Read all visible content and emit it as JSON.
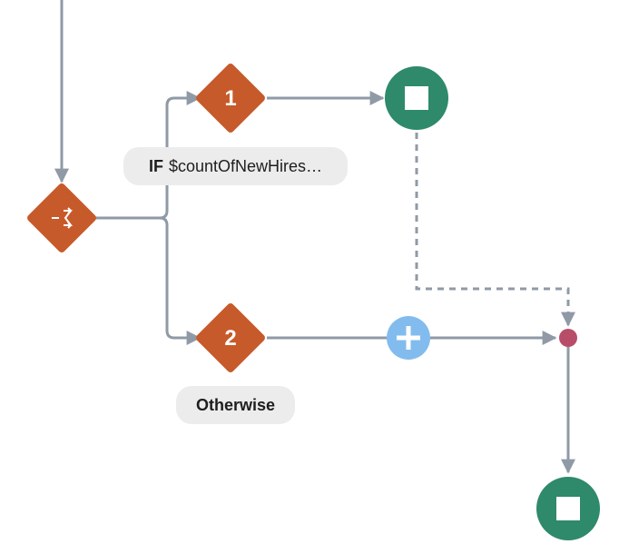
{
  "branches": [
    {
      "number": "1",
      "condition_keyword": "IF",
      "condition_text": "$countOfNewHires…"
    },
    {
      "number": "2",
      "condition_label": "Otherwise"
    }
  ],
  "colors": {
    "connector": "#8f9aa6",
    "decision": "#c75a2a",
    "end_node": "#2e8a6a",
    "add_button": "#82bcee",
    "merge_point": "#b84d6a",
    "pill_background": "#ececec"
  },
  "icons": {
    "switch_node": "branch-icon",
    "end_node": "stop-square-icon",
    "add_button": "plus-icon"
  }
}
